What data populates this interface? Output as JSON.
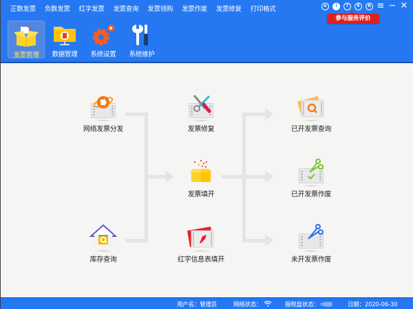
{
  "menubar": {
    "items": [
      {
        "label": "正数发票"
      },
      {
        "label": "负数发票"
      },
      {
        "label": "红字发票"
      },
      {
        "label": "发票查询"
      },
      {
        "label": "发票领购"
      },
      {
        "label": "发票作废"
      },
      {
        "label": "发票修复"
      },
      {
        "label": "打印格式"
      }
    ]
  },
  "window_controls": {
    "icons": [
      "e-icon",
      "info-icon",
      "help-icon",
      "lock-icon",
      "user-icon"
    ],
    "menu_glyph": "≡",
    "minimize_glyph": "−",
    "close_glyph": "✕"
  },
  "service_badge": {
    "label": "参与服务评价",
    "color": "#e02020"
  },
  "toolbar": {
    "items": [
      {
        "label": "发票管理",
        "icon": "invoice-box-icon",
        "active": true
      },
      {
        "label": "数据管理",
        "icon": "folder-data-icon",
        "active": false
      },
      {
        "label": "系统设置",
        "icon": "gear-icon",
        "active": false
      },
      {
        "label": "系统维护",
        "icon": "tools-icon",
        "active": false
      }
    ]
  },
  "workflow": {
    "left": [
      {
        "label": "网络发票分发",
        "icon": "network-distribute-icon"
      },
      {
        "label": "库存查询",
        "icon": "inventory-house-icon"
      }
    ],
    "center": [
      {
        "label": "发票修复",
        "icon": "repair-tools-icon"
      },
      {
        "label": "发票填开",
        "icon": "open-box-icon"
      },
      {
        "label": "红字信息表填开",
        "icon": "red-info-pen-icon"
      }
    ],
    "right": [
      {
        "label": "已开发票查询",
        "icon": "search-ticket-icon"
      },
      {
        "label": "已开发票作废",
        "icon": "void-issued-scissors-icon"
      },
      {
        "label": "未开发票作废",
        "icon": "void-blank-scissors-icon"
      }
    ]
  },
  "statusbar": {
    "user_label": "用户名：",
    "user_value": "管理员",
    "network_label": "网络状态：",
    "network_icon": "wifi-icon",
    "taxdisk_label": "报税盘状态：",
    "taxdisk_icon": "usb-disk-icon",
    "date_label": "日期：",
    "date_value": "2020-06-30"
  },
  "colors": {
    "brand_blue": "#2578f2",
    "active_label": "#ffe35a",
    "connector": "#e4e4e4",
    "background": "#f5f5f4"
  }
}
